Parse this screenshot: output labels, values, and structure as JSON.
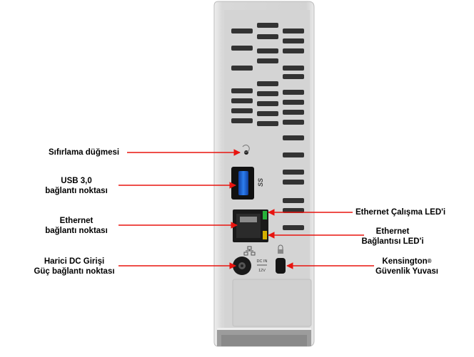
{
  "labels": {
    "reset": "Sıfırlama düğmesi",
    "usb_line1": "USB 3,0",
    "usb_line2": "bağlantı noktası",
    "eth_port_line1": "Ethernet",
    "eth_port_line2": "bağlantı noktası",
    "dc_line1": "Harici DC Girişi",
    "dc_line2": "Güç bağlantı noktası",
    "eth_activity": "Ethernet Çalışma LED'i",
    "eth_link_line1": "Ethernet",
    "eth_link_line2": "Bağlantısı LED'i",
    "kens_line1": "Kensington",
    "kens_mark": "®",
    "kens_line2": "Güvenlik Yuvası"
  },
  "device": {
    "usb_logo": "SS",
    "dc_in": "DC IN",
    "dc_voltage": "12V"
  },
  "colors": {
    "arrow": "#e8140f",
    "body": "#d7d7d7",
    "body_edge": "#f2f2f2",
    "vent": "#2a2a2a",
    "usb_blue": "#1f63d8",
    "led_green": "#27b33a"
  }
}
